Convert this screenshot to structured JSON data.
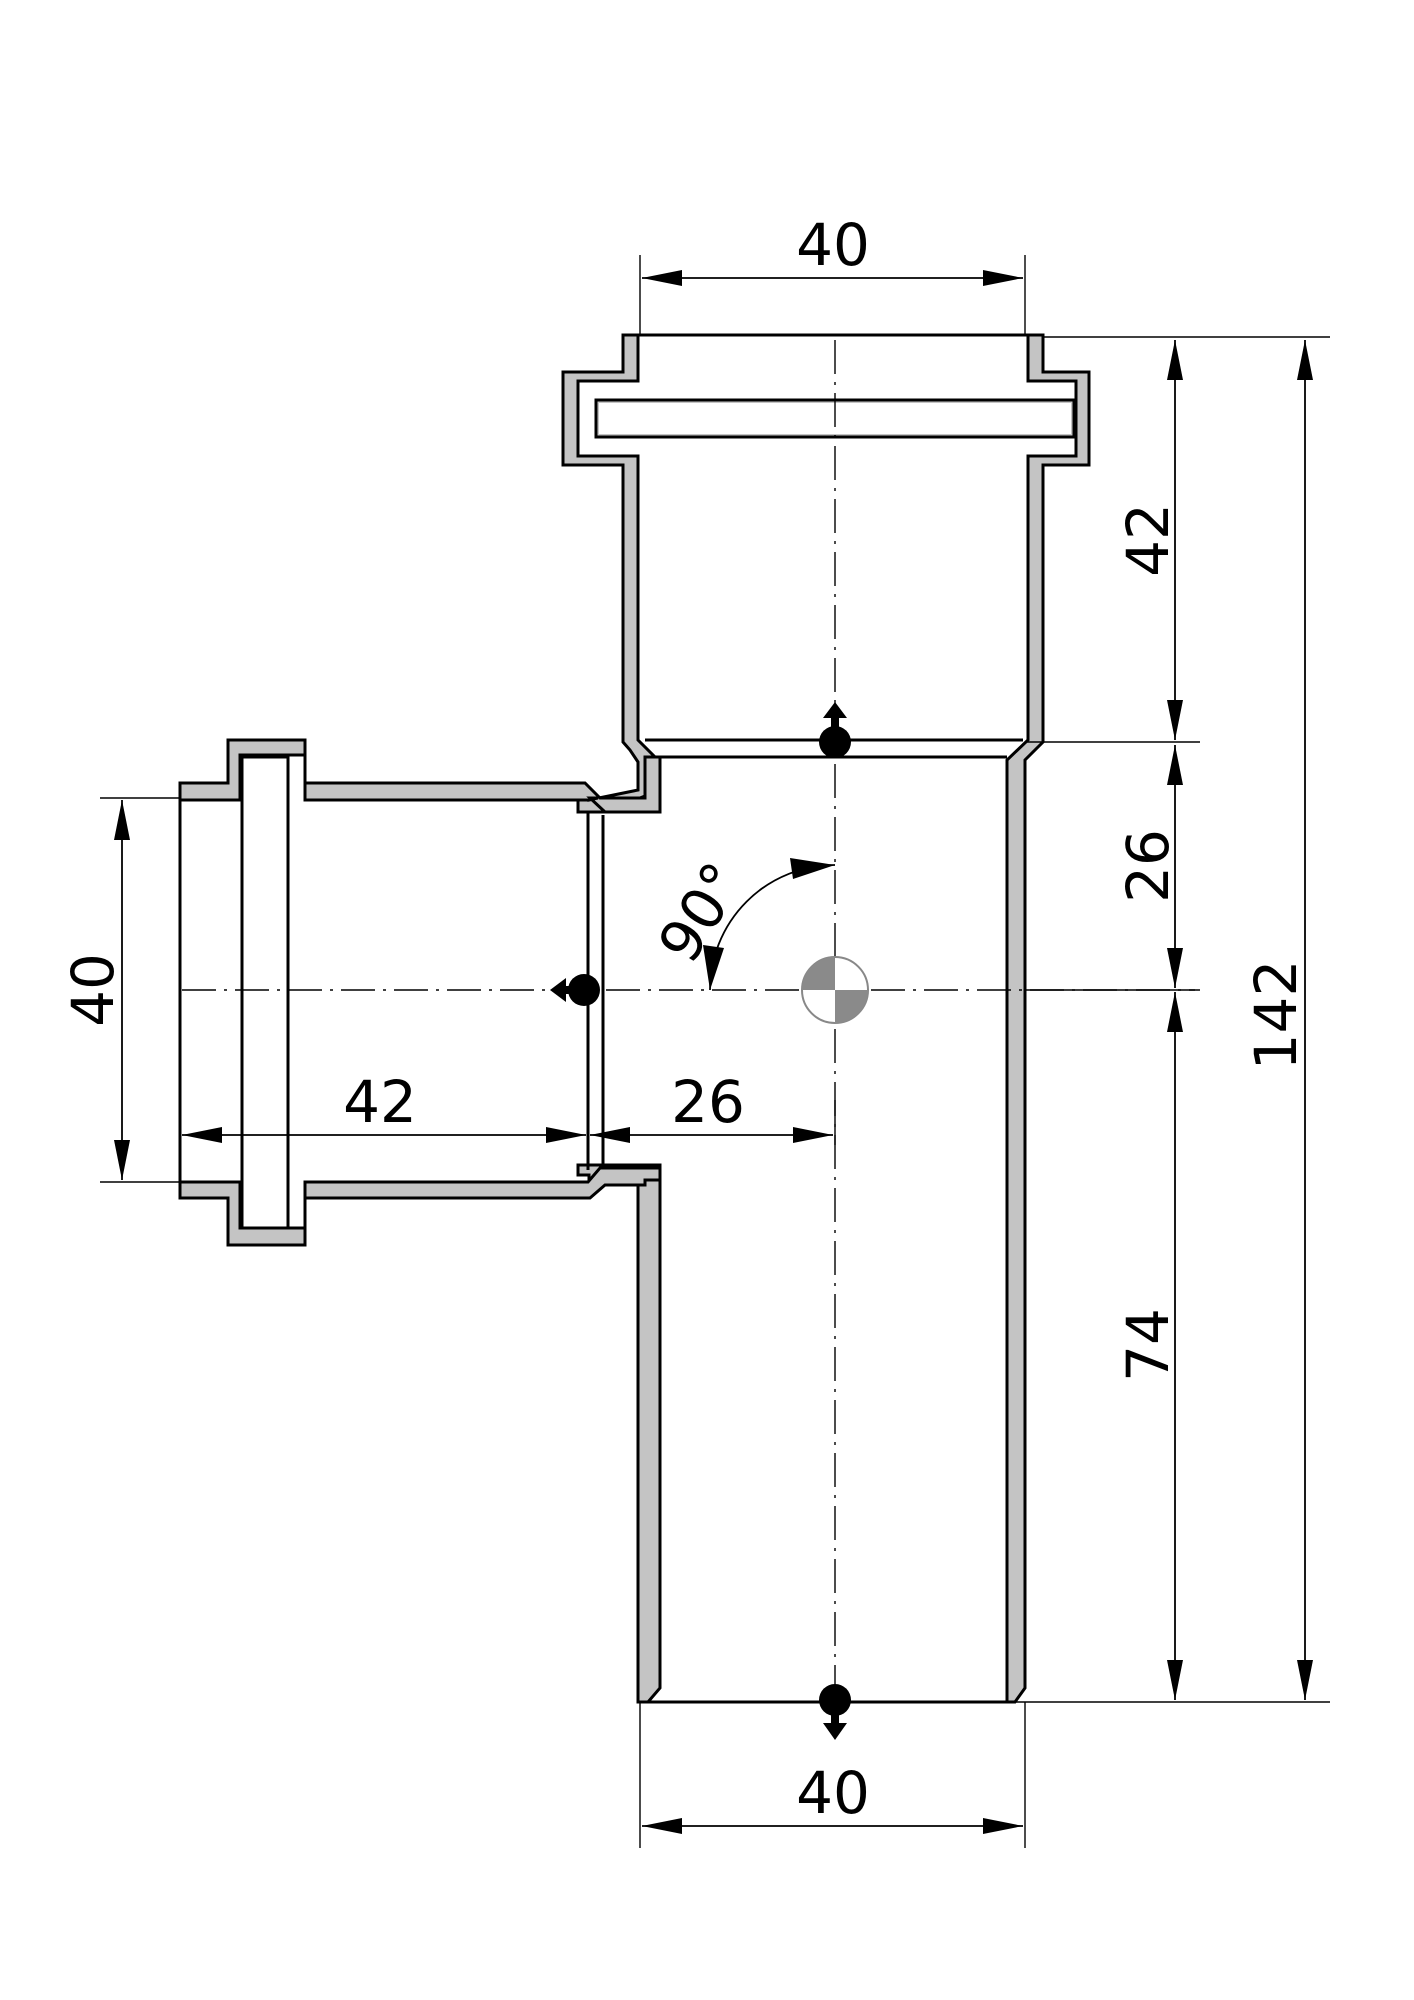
{
  "drawing": {
    "dimensions": {
      "top_width": "40",
      "socket_depth_top": "42",
      "upper_to_center": "26",
      "lower_to_bottom": "74",
      "overall_length": "142",
      "branch_diameter": "40",
      "branch_socket_depth": "42",
      "branch_to_center": "26",
      "bottom_width": "40"
    },
    "branch_angle": "90°",
    "colors": {
      "wall_fill": "#c4c4c4",
      "line": "#000000",
      "center_mark": "#8a8a8a"
    }
  }
}
